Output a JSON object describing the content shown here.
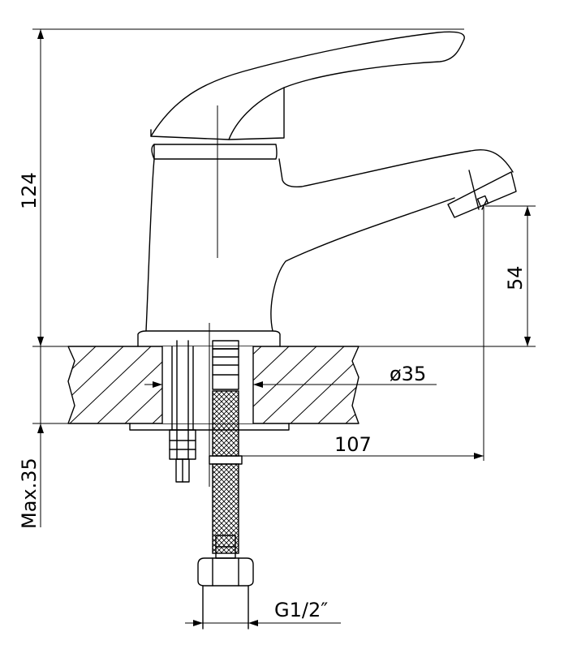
{
  "dimensions": {
    "height_total": "124",
    "spout_height": "54",
    "body_diameter": "ø35",
    "spout_reach": "107",
    "max_countertop": "Max.35",
    "thread": "G1/2″"
  }
}
